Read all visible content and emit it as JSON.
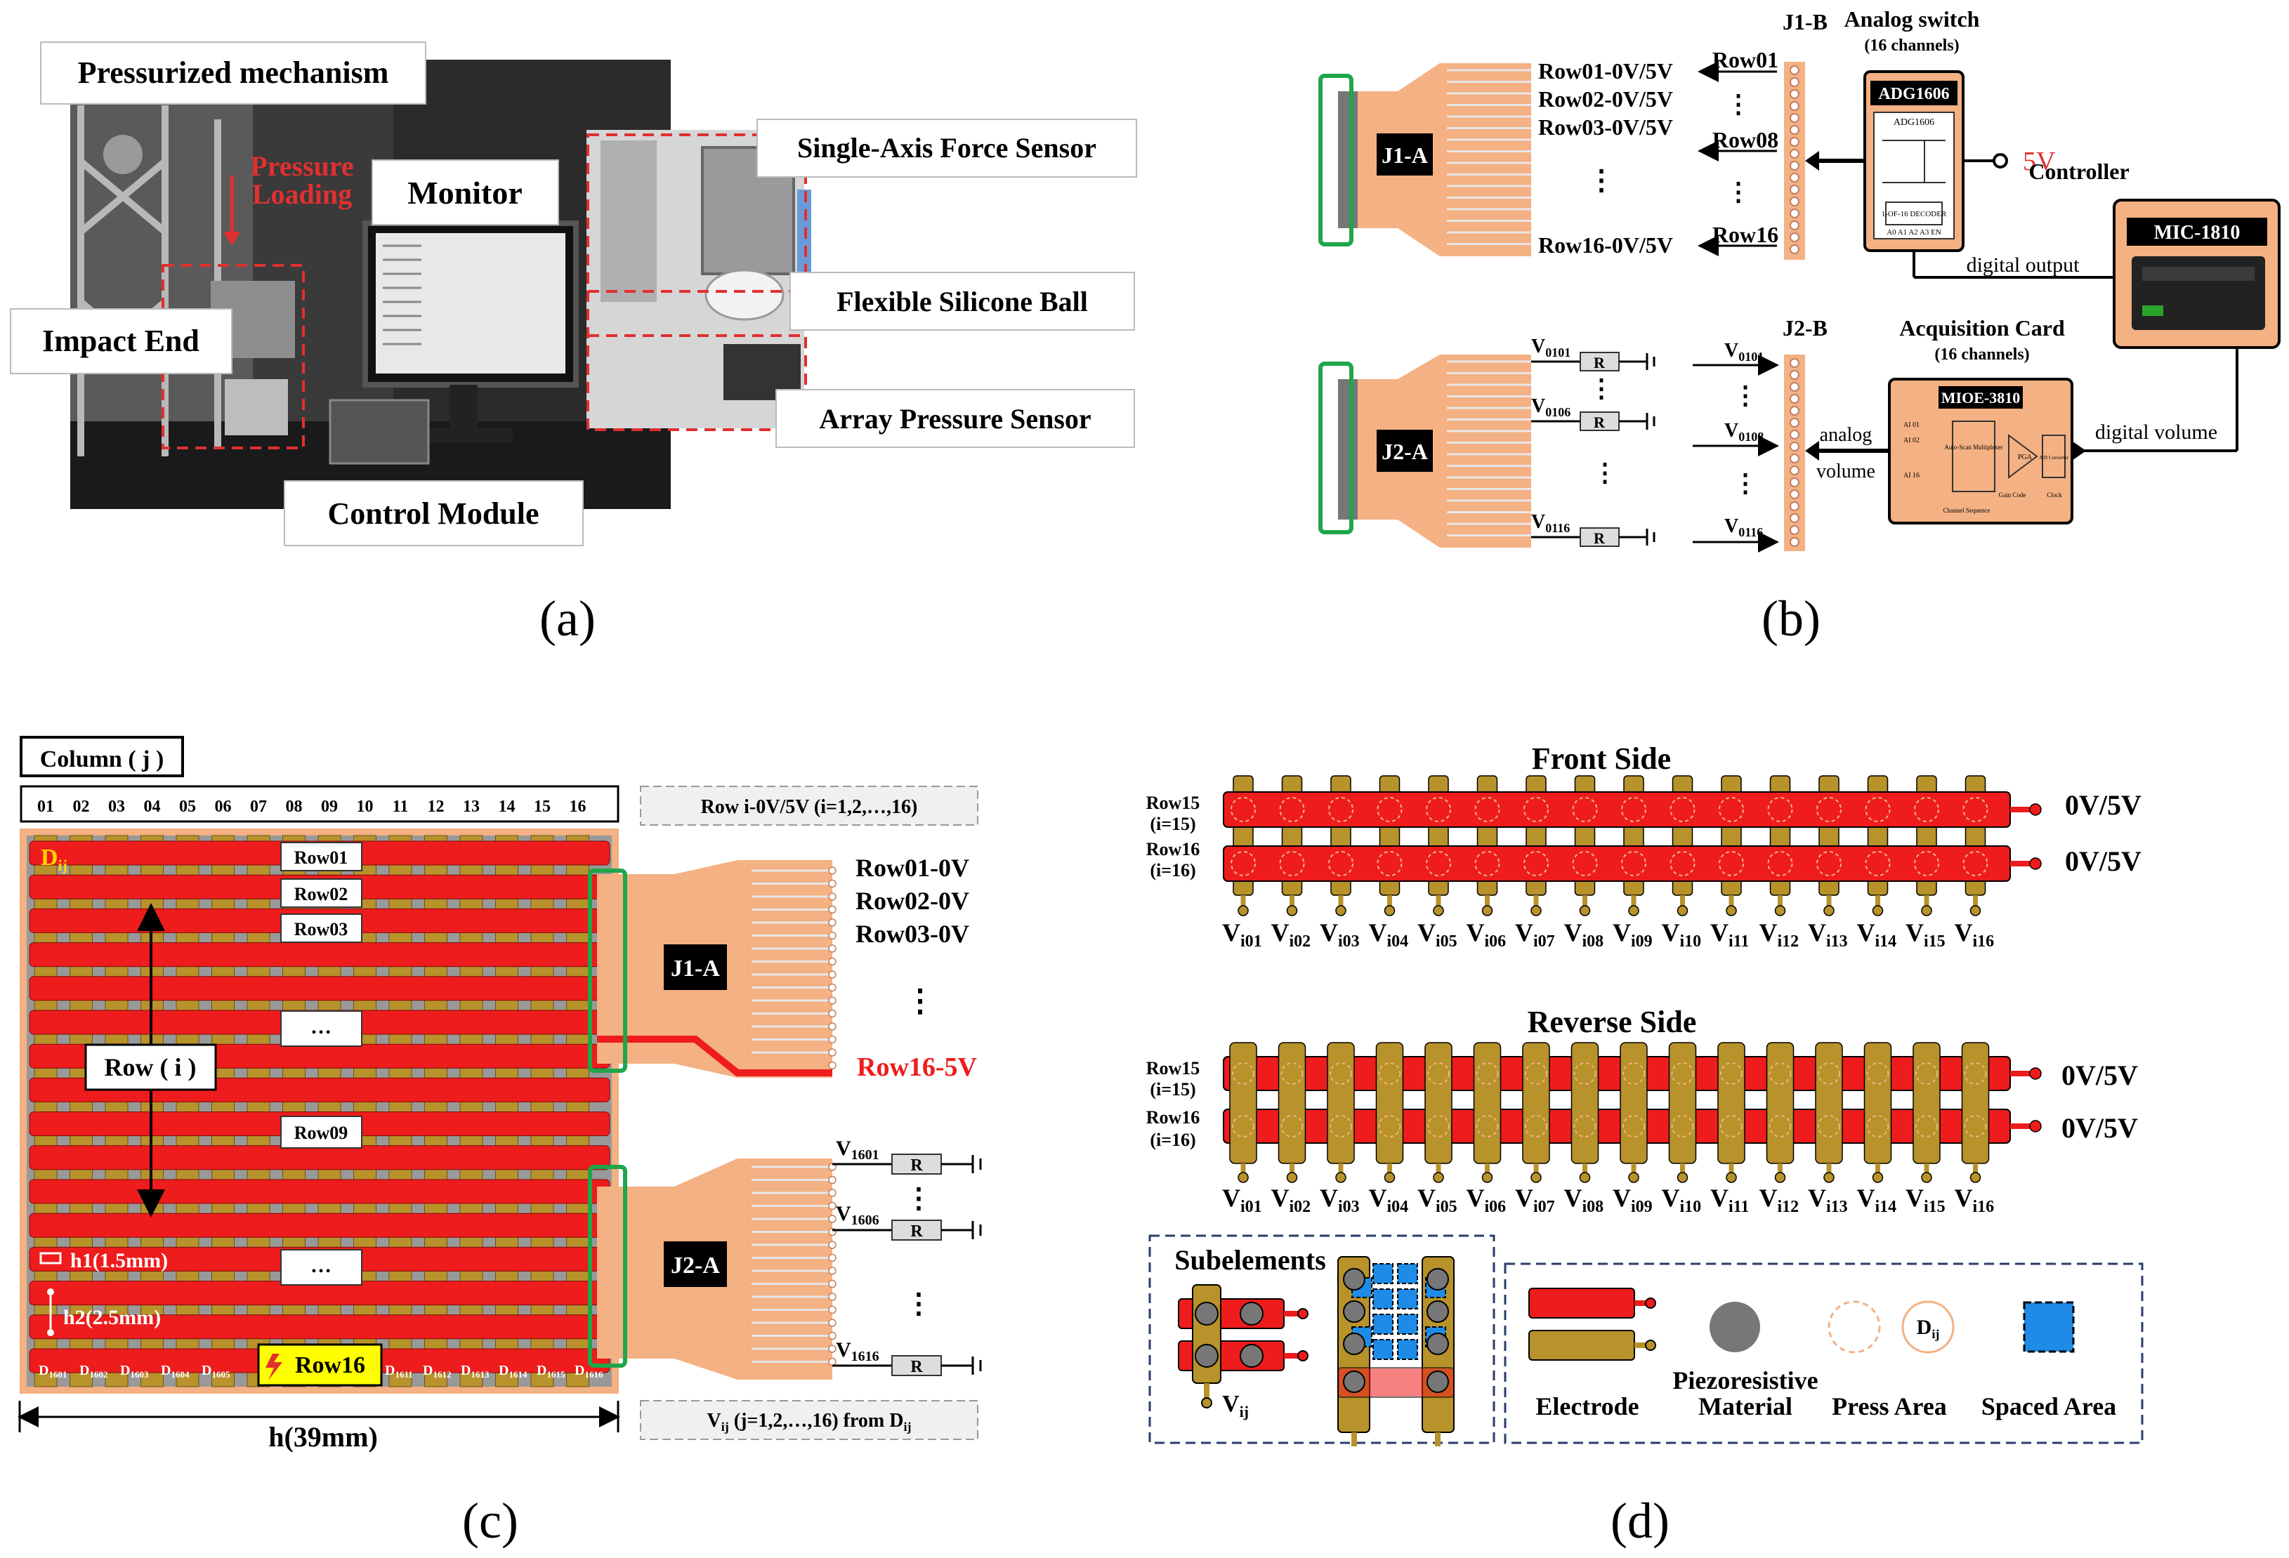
{
  "captions": [
    "(a)",
    "(b)",
    "(c)",
    "(d)"
  ],
  "panel_a": {
    "labels": {
      "pressurized": "Pressurized mechanism",
      "pressure_loading_1": "Pressure",
      "pressure_loading_2": "Loading",
      "monitor": "Monitor",
      "force_sensor": "Single-Axis Force Sensor",
      "silicone_ball": "Flexible Silicone Ball",
      "impact_end": "Impact End",
      "array_sensor": "Array Pressure Sensor",
      "control_module": "Control Module"
    }
  },
  "panel_b": {
    "j1a": "J1-A",
    "j2a": "J2-A",
    "j1b": "J1-B",
    "j2b": "J2-B",
    "j1_rows": [
      "Row01-0V/5V",
      "Row02-0V/5V",
      "Row03-0V/5V",
      "Row16-0V/5V"
    ],
    "j1b_rows": [
      "Row01",
      "Row08",
      "Row16"
    ],
    "vdots": "⋮",
    "v_left": [
      {
        "base": "V",
        "sub": "0101"
      },
      {
        "base": "V",
        "sub": "0106"
      },
      {
        "base": "V",
        "sub": "0116"
      }
    ],
    "v_right": [
      {
        "base": "V",
        "sub": "0101"
      },
      {
        "base": "V",
        "sub": "0108"
      },
      {
        "base": "V",
        "sub": "0116"
      }
    ],
    "resistor": "R",
    "analog_switch_title": "Analog switch",
    "analog_switch_sub": "(16 channels)",
    "adg": "ADG1606",
    "adg_inner": "ADG1606",
    "decoder": "1-OF-16 DECODER",
    "decoder_pins": "A0 A1 A2 A3 EN",
    "five_v": "5V",
    "controller_title": "Controller",
    "mic": "MIC-1810",
    "digital_output": "digital output",
    "acq_title": "Acquisition Card",
    "acq_sub": "(16 channels)",
    "mioe": "MIOE-3810",
    "mux": "Auto-Scan Multiplexer",
    "pga": "PGA",
    "adc": "A/D Converter",
    "channel_seq": "Channel Sequence",
    "gain_code": "Gain Code",
    "clock": "Clock",
    "ai_labels": [
      "AI 01",
      "AI 02",
      "AI 16"
    ],
    "analog_volume_1": "analog",
    "analog_volume_2": "volume",
    "digital_volume": "digital volume"
  },
  "panel_c": {
    "column_title": "Column ( j )",
    "columns": [
      "01",
      "02",
      "03",
      "04",
      "05",
      "06",
      "07",
      "08",
      "09",
      "10",
      "11",
      "12",
      "13",
      "14",
      "15",
      "16"
    ],
    "row_header": "Row i-0V/5V (i=1,2,…,16)",
    "row_labels": [
      "Row01",
      "Row02",
      "Row03",
      "…",
      "Row09",
      "…"
    ],
    "row16": "Row16",
    "dij": "D",
    "dij_sub": "ij",
    "row_i": "Row ( i )",
    "h1": "h1(1.5mm)",
    "h2": "h2(2.5mm)",
    "h": "h(39mm)",
    "d_left": [
      "1601",
      "1602",
      "1603",
      "1604",
      "1605"
    ],
    "d_right": [
      "1611",
      "1612",
      "1613",
      "1614",
      "1615",
      "1616"
    ],
    "j1a": "J1-A",
    "j2a": "J2-A",
    "right_rows": [
      "Row01-0V",
      "Row02-0V",
      "Row03-0V"
    ],
    "row16_5v": "Row16-5V",
    "v_labels": [
      "1601",
      "1606",
      "1616"
    ],
    "resistor": "R",
    "footer": "V",
    "footer_sub": "ij",
    "footer_tail": " (j=1,2,…,16) from D",
    "footer_sub2": "ij"
  },
  "panel_d": {
    "front_title": "Front Side",
    "reverse_title": "Reverse Side",
    "row15": "Row15",
    "row15_i": "(i=15)",
    "row16": "Row16",
    "row16_i": "(i=16)",
    "volt": "0V/5V",
    "v_subs": [
      "i01",
      "i02",
      "i03",
      "i04",
      "i05",
      "i06",
      "i07",
      "i08",
      "i09",
      "i10",
      "i11",
      "i12",
      "i13",
      "i14",
      "i15",
      "i16"
    ],
    "subelements": "Subelements",
    "vij_sub": "ij",
    "legend": {
      "electrode": "Electrode",
      "piezo_1": "Piezoresistive",
      "piezo_2": "Material",
      "press": "Press Area",
      "spaced": "Spaced Area",
      "dij_sub": "ij"
    }
  },
  "colors": {
    "red": "#ee1c1c",
    "gold": "#b8922a",
    "peach": "#f4b183",
    "green": "#1fa64a",
    "dash_red": "#e03030"
  }
}
